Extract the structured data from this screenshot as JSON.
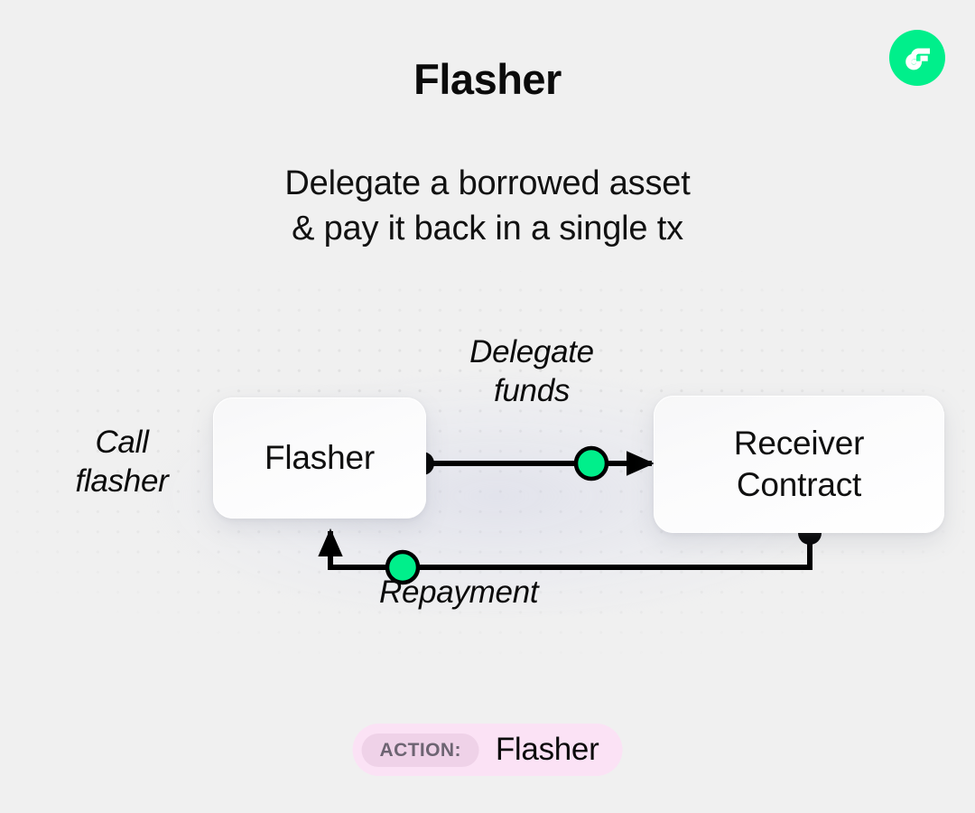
{
  "brand": {
    "logo_icon": "flow-logo-icon",
    "accent_green": "#00EF8B"
  },
  "header": {
    "title": "Flasher",
    "subtitle_line_1": "Delegate a borrowed asset",
    "subtitle_line_2": "& pay it back in a single tx"
  },
  "diagram": {
    "nodes": [
      {
        "id": "flasher",
        "label": "Flasher"
      },
      {
        "id": "receiver",
        "label_line_1": "Receiver",
        "label_line_2": "Contract"
      }
    ],
    "labels": {
      "call_line_1": "Call",
      "call_line_2": "flasher",
      "delegate_line_1": "Delegate",
      "delegate_line_2": "funds",
      "repayment": "Repayment"
    },
    "colors": {
      "node_dot": "#000000",
      "flow_dot": "#00EF8B",
      "edge": "#000000",
      "grid_dot": "#DEDEDE",
      "canvas": "#F0F0F0"
    }
  },
  "action_badge": {
    "prefix": "ACTION:",
    "value": "Flasher",
    "pill_color": "#FBE2F5",
    "chip_color": "#EFD2E8"
  }
}
